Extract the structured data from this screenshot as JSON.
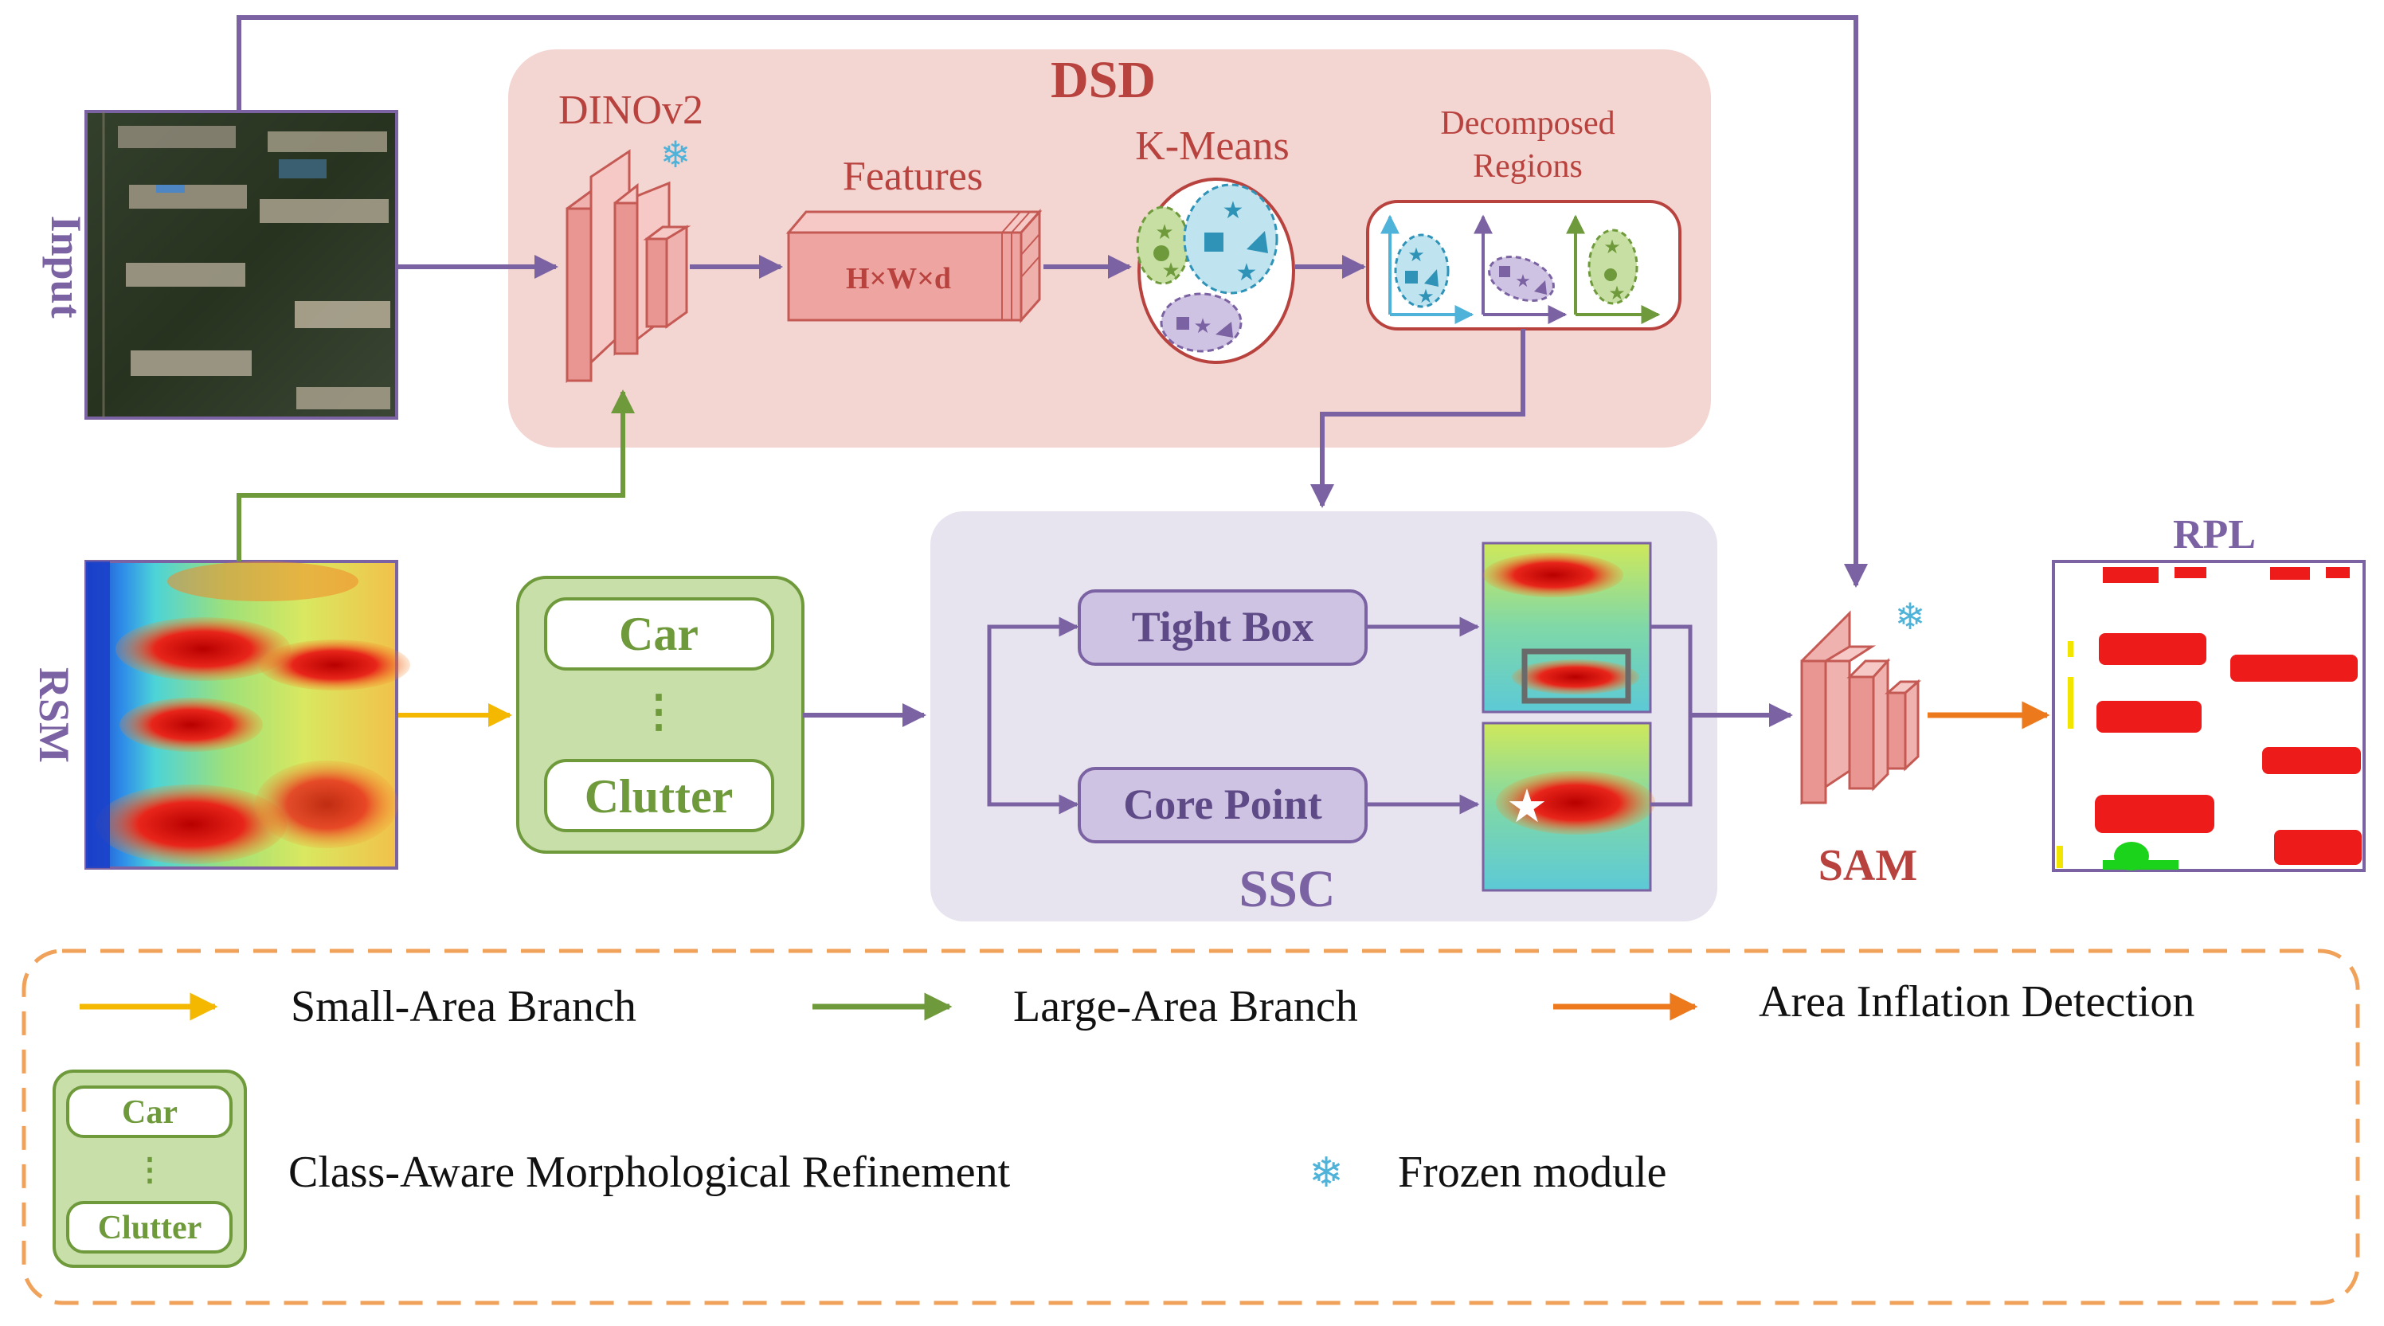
{
  "labels": {
    "input": "Input",
    "rsm": "RSM",
    "dsd_title": "DSD",
    "dinov2": "DINOv2",
    "features": "Features",
    "features_dims": "H×W×d",
    "kmeans": "K-Means",
    "decomposed_line1": "Decomposed",
    "decomposed_line2": "Regions",
    "ssc_title": "SSC",
    "tight_box": "Tight Box",
    "core_point": "Core Point",
    "sam": "SAM",
    "rpl": "RPL",
    "car": "Car",
    "clutter": "Clutter",
    "vdots": "⋮"
  },
  "legend": {
    "small_area": "Small-Area Branch",
    "large_area": "Large-Area Branch",
    "area_inflation": "Area Inflation Detection",
    "class_aware": "Class-Aware Morphological Refinement",
    "frozen": "Frozen module",
    "mini_car": "Car",
    "mini_clutter": "Clutter"
  },
  "icons": {
    "snowflake": "snowflake-icon",
    "star_marker": "star-icon"
  },
  "colors": {
    "purple": "#7b62a3",
    "green": "#6f9a3c",
    "yellow": "#f5b800",
    "orange": "#ec7a1c",
    "dsd_bg": "#f3d5d2",
    "ssc_bg": "#e8e4ef",
    "dark_red": "#b8423e",
    "legend_border": "#f0a25a",
    "snow": "#4fb3d9"
  }
}
